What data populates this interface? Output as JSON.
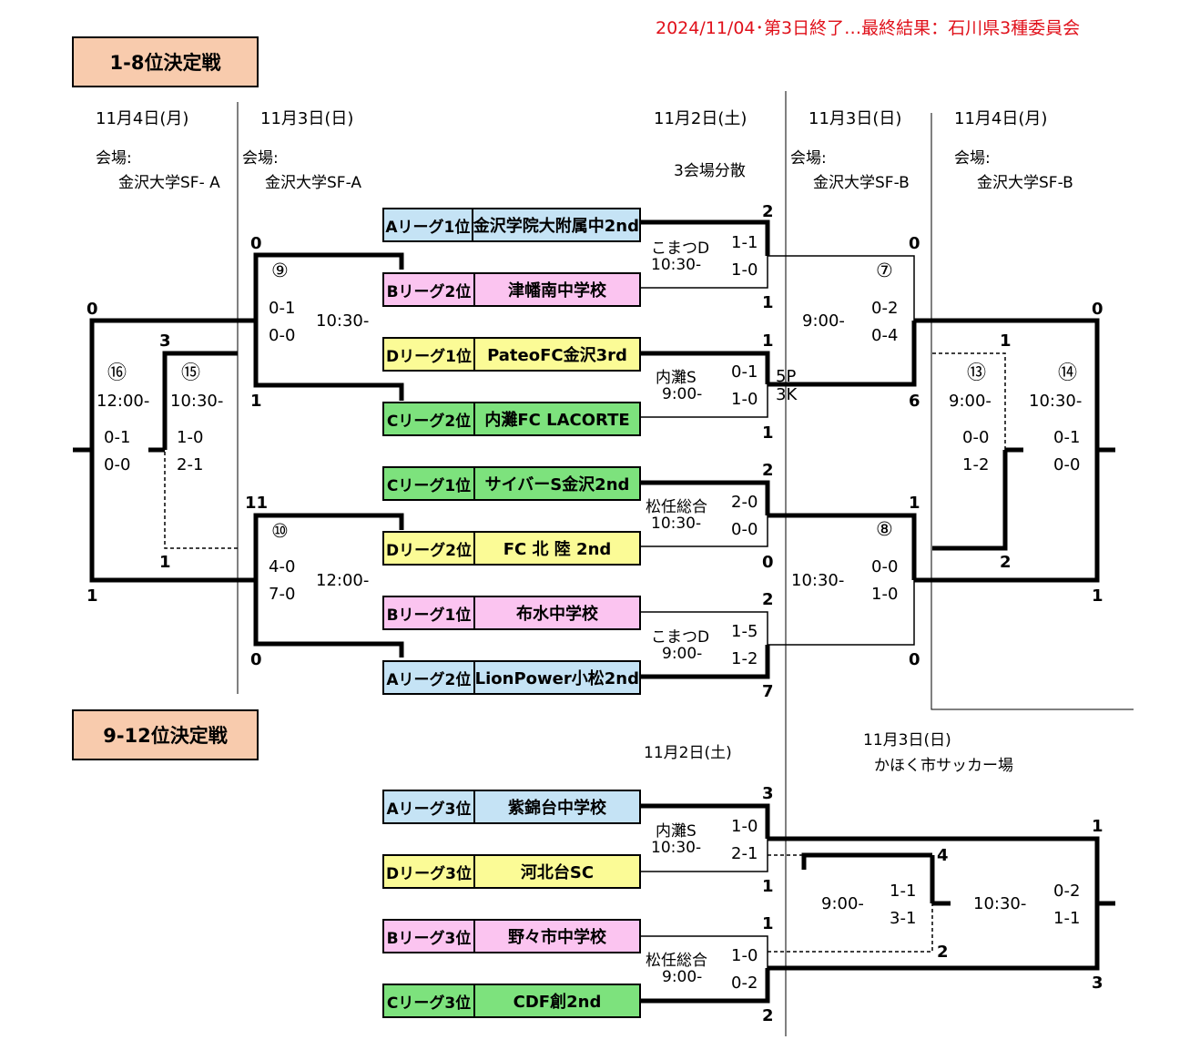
{
  "header": {
    "status": "2024/11/04･第3日終了…最終結果：石川県3種委員会"
  },
  "sections": {
    "top": "1-8位決定戦",
    "bottom": "9-12位決定戦"
  },
  "dates": {
    "left_d4": "11月4日(月)",
    "left_d3": "11月3日(日)",
    "mid_d2": "11月2日(土)",
    "right_d3": "11月3日(日)",
    "right_d4": "11月4日(月)",
    "bottom_d2": "11月2日(土)",
    "bottom_d3": "11月3日(日)"
  },
  "venues": {
    "label": "会場:",
    "sf_a": "金沢大学SF- A",
    "sf_a2": "金沢大学SF-A",
    "sf_b": "金沢大学SF-B",
    "scatter": "3会場分散",
    "kahoku": "かほく市サッカー場"
  },
  "teams": [
    {
      "league": "Aリーグ1位",
      "name": "金沢学院大附属中2nd",
      "color": "#c5e3f5"
    },
    {
      "league": "Bリーグ2位",
      "name": "津幡南中学校",
      "color": "#fbc4f0"
    },
    {
      "league": "Dリーグ1位",
      "name": "PateoFC金沢3rd",
      "color": "#fbfb96"
    },
    {
      "league": "Cリーグ2位",
      "name": "内灘FC LACORTE",
      "color": "#7de27d"
    },
    {
      "league": "Cリーグ1位",
      "name": "サイバーS金沢2nd",
      "color": "#7de27d"
    },
    {
      "league": "Dリーグ2位",
      "name": "FC 北 陸 2nd",
      "color": "#fbfb96"
    },
    {
      "league": "Bリーグ1位",
      "name": "布水中学校",
      "color": "#fbc4f0"
    },
    {
      "league": "Aリーグ2位",
      "name": "LionPower小松2nd",
      "color": "#c5e3f5"
    },
    {
      "league": "Aリーグ3位",
      "name": "紫錦台中学校",
      "color": "#c5e3f5"
    },
    {
      "league": "Dリーグ3位",
      "name": "河北台SC",
      "color": "#fbfb96"
    },
    {
      "league": "Bリーグ3位",
      "name": "野々市中学校",
      "color": "#fbc4f0"
    },
    {
      "league": "Cリーグ3位",
      "name": "CDF創2nd",
      "color": "#7de27d"
    }
  ],
  "r1": [
    {
      "venue": "こまつD",
      "time": "10:30-",
      "h1": "1-1",
      "h2": "1-0",
      "top": "2",
      "bot": "1"
    },
    {
      "venue": "内灘S",
      "time": "9:00-",
      "h1": "0-1",
      "h2": "1-0",
      "top": "1",
      "bot": "1",
      "pk1": "5P",
      "pk2": "3K"
    },
    {
      "venue": "松任総合",
      "time": "10:30-",
      "h1": "2-0",
      "h2": "0-0",
      "top": "2",
      "bot": "0"
    },
    {
      "venue": "こまつD",
      "time": "9:00-",
      "h1": "1-5",
      "h2": "1-2",
      "top": "2",
      "bot": "7"
    },
    {
      "venue": "内灘S",
      "time": "10:30-",
      "h1": "1-0",
      "h2": "2-1",
      "top": "3",
      "bot": "1"
    },
    {
      "venue": "松任総合",
      "time": "9:00-",
      "h1": "1-0",
      "h2": "0-2",
      "top": "1",
      "bot": "2"
    }
  ],
  "left": {
    "m9": {
      "no": "⑨",
      "h1": "0-1",
      "h2": "0-0",
      "time": "10:30-",
      "top": "0",
      "bot": "1"
    },
    "m10": {
      "no": "⑩",
      "h1": "4-0",
      "h2": "7-0",
      "time": "12:00-",
      "top": "11",
      "bot": "0"
    },
    "m15": {
      "no": "⑮",
      "time": "10:30-",
      "h1": "1-0",
      "h2": "2-1",
      "top": "3",
      "bot": "1"
    },
    "m16": {
      "no": "⑯",
      "time": "12:00-",
      "h1": "0-1",
      "h2": "0-0",
      "top": "0",
      "bot": "1"
    }
  },
  "right": {
    "m7": {
      "no": "⑦",
      "time": "9:00-",
      "h1": "0-2",
      "h2": "0-4",
      "top": "0",
      "bot": "6"
    },
    "m8": {
      "no": "⑧",
      "time": "10:30-",
      "h1": "0-0",
      "h2": "1-0",
      "top": "1",
      "bot": "0"
    },
    "m13": {
      "no": "⑬",
      "time": "9:00-",
      "h1": "0-0",
      "h2": "1-2",
      "top": "1",
      "bot": "2"
    },
    "m14": {
      "no": "⑭",
      "time": "10:30-",
      "h1": "0-1",
      "h2": "0-0",
      "top": "0",
      "bot": "1"
    }
  },
  "bottom": {
    "semi": {
      "time": "9:00-",
      "h1": "1-1",
      "h2": "3-1",
      "top": "4",
      "bot": "2"
    },
    "final": {
      "time": "10:30-",
      "h1": "0-2",
      "h2": "1-1",
      "top": "1",
      "bot": "3"
    }
  }
}
